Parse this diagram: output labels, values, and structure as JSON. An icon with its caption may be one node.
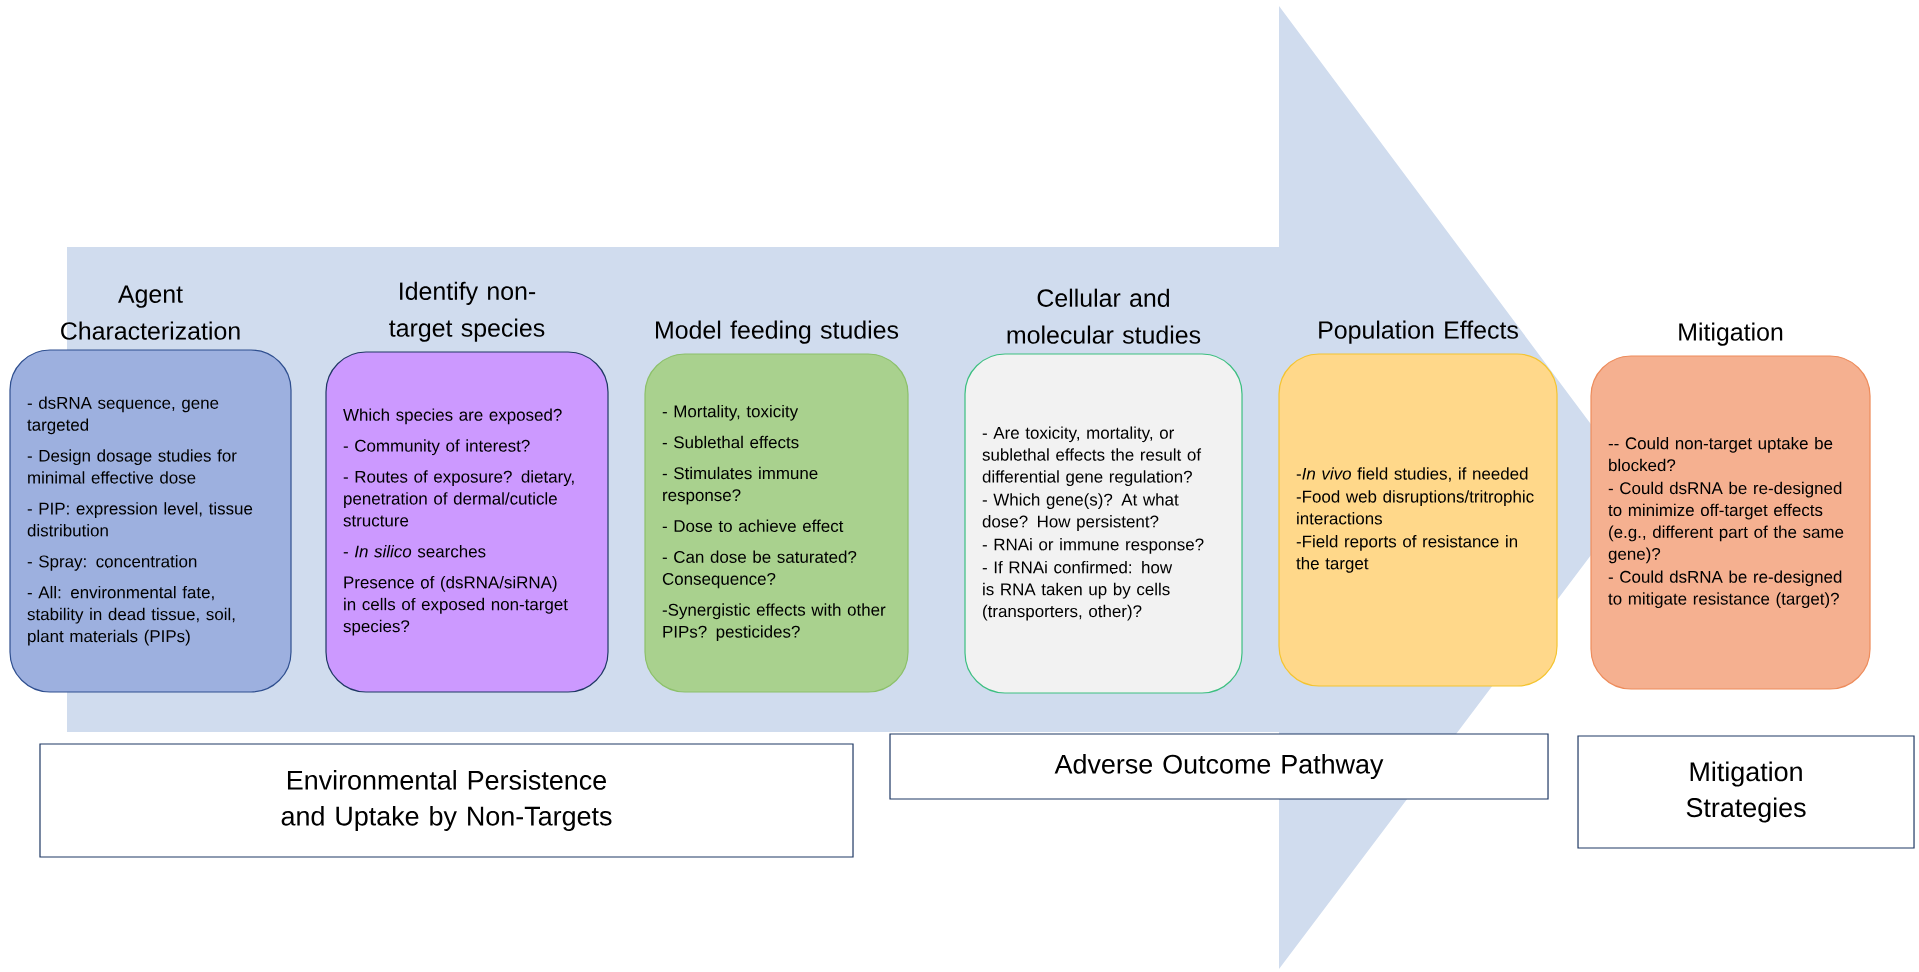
{
  "diagram": {
    "nodes": [
      {
        "text": [
          "Agent Characterization",
          "- dsRNA sequence, gene targeted",
          "- Design dosage studies for minimal effective dose",
          "- PIP: expression level, tissue distribution",
          "- Spray: concentration",
          "- All: environmental fate, stability in dead tissue, soil, plant materials (PIPs)"
        ]
      },
      {
        "text": [
          "Identify non-target species",
          "Which species are exposed?",
          "- Community of interest?",
          "- Routes of exposure? dietary, penetration of dermal/cuticle structure",
          "- *In silico* searches",
          "Presence of (dsRNA/siRNA) in cells of exposed non-target species?"
        ]
      },
      {
        "text": [
          "Model feeding studies",
          "- Mortality, toxicity",
          "- Sublethal effects",
          "- Stimulates immune response?",
          "- Dose to achieve effect",
          "- Can dose be saturated? Consequence?",
          "-Synergistic effects with other PIPs? pesticides?"
        ]
      },
      {
        "text": [
          "Cellular and molecular studies",
          "- Are toxicity, mortality, or sublethal effects the result of differential gene regulation?",
          "- Which gene(s)? At what dose? How persistent?",
          "- RNAi or immune response?",
          "- If RNAi confirmed: how is RNA taken up by cells (transporters, other)?"
        ]
      },
      {
        "text": [
          "Population Effects",
          "-*In vivo* field studies, if needed",
          "-Food web disruptions/tritrophic interactions",
          "-Field reports of resistance in the target"
        ]
      },
      {
        "text": [
          "Mitigation",
          "-- Could non-target uptake be blocked?",
          "- Could dsRNA be re-designed to minimize off-target effects (e.g., different part of the same gene)?",
          "- Could dsRNA be re-designed to mitigate resistance (target)?"
        ]
      },
      {
        "text": [
          "Environmental Persistence and Uptake by Non-Targets"
        ]
      },
      {
        "text": [
          "Adverse Outcome Pathway"
        ]
      },
      {
        "text": [
          "Mitigation Strategies"
        ]
      }
    ],
    "edges": [
      {
        "from": 0,
        "to": 5,
        "arrow": "to"
      }
    ]
  }
}
